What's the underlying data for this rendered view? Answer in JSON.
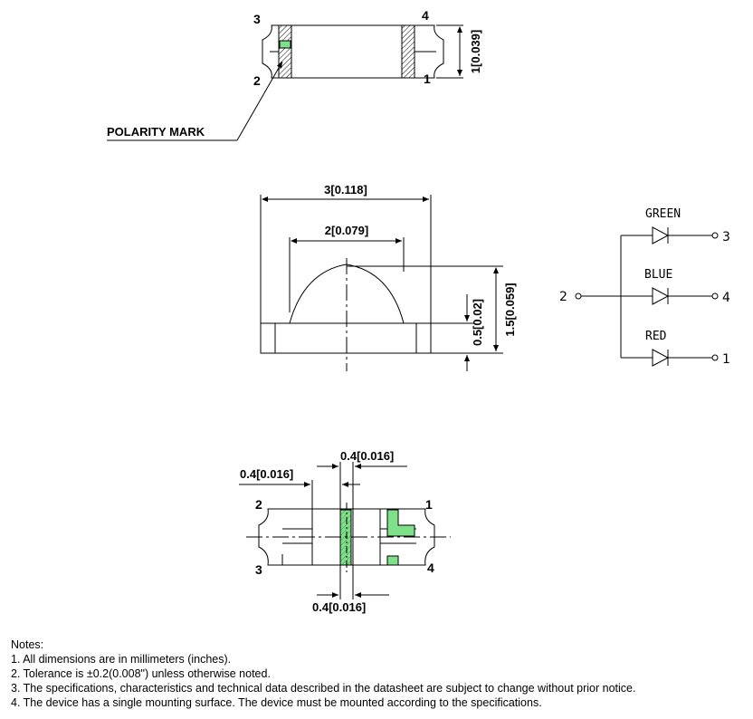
{
  "top_view": {
    "pin_labels": {
      "top_left": "3",
      "top_right": "4",
      "bottom_left": "2",
      "bottom_right": "1"
    },
    "height_dim": "1[0.039]",
    "polarity_label": "POLARITY MARK"
  },
  "side_view": {
    "width_dim": "3[0.118]",
    "lens_dim": "2[0.079]",
    "base_dim": "0.5[0.02]",
    "height_dim": "1.5[0.059]"
  },
  "schematic": {
    "labels": [
      "GREEN",
      "BLUE",
      "RED"
    ],
    "common_pin": "2",
    "pins": [
      "3",
      "4",
      "1"
    ]
  },
  "bottom_view": {
    "pin_labels": {
      "top_left": "2",
      "top_right": "1",
      "bottom_left": "3",
      "bottom_right": "4"
    },
    "dim_left": "0.4[0.016]",
    "dim_top": "0.4[0.016]",
    "dim_bottom": "0.4[0.016]"
  },
  "notes": {
    "title": "Notes:",
    "items": [
      "1. All dimensions are in millimeters (inches).",
      "2. Tolerance is ±0.2(0.008\") unless otherwise noted.",
      "3. The specifications, characteristics and technical data described in the datasheet are subject to change without prior notice.",
      "4. The device has a single mounting surface. The device must be mounted according to the specifications."
    ]
  },
  "colors": {
    "pad_green": "#7fe08a",
    "line": "#000000"
  }
}
